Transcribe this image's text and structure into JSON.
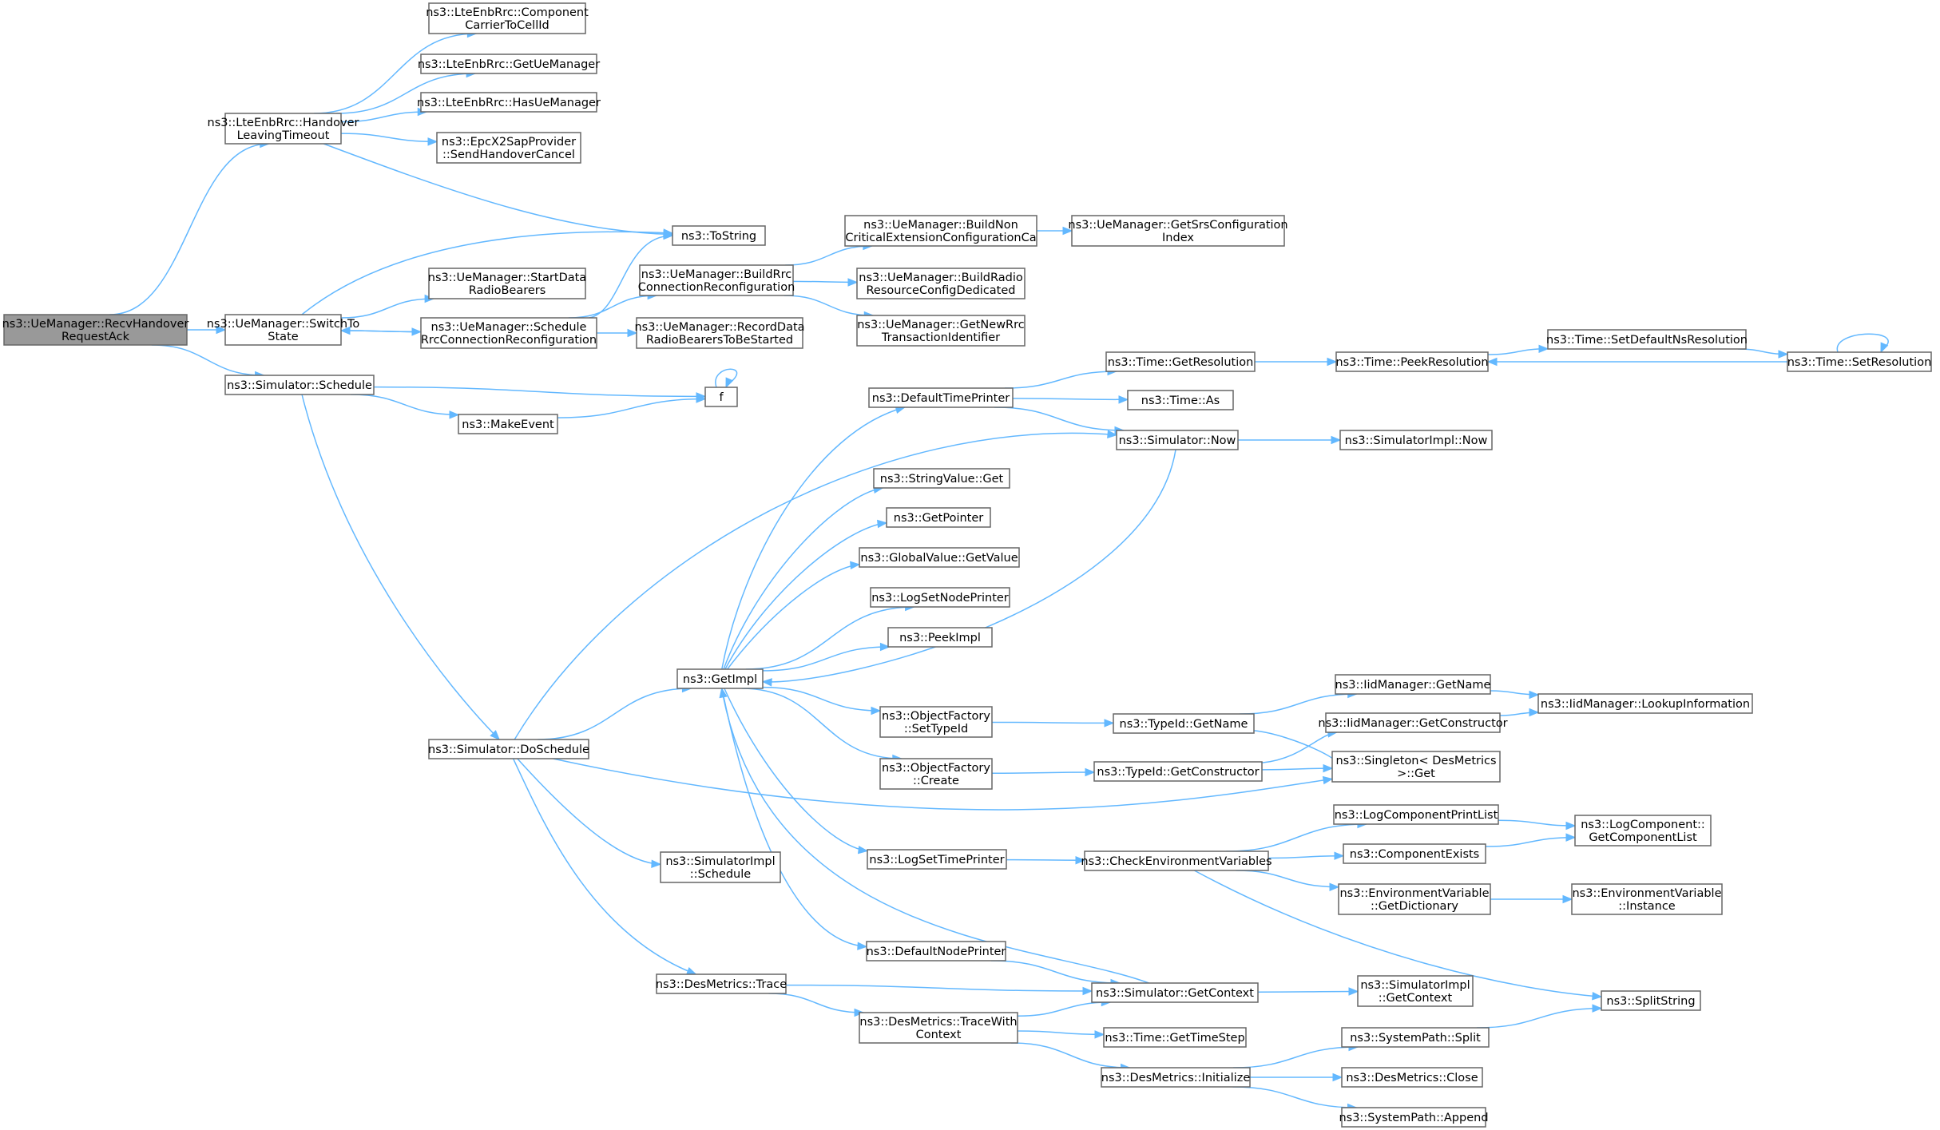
{
  "graph": {
    "root": "n0",
    "nodes": [
      {
        "id": "n0",
        "lines": [
          "ns3::UeManager::RecvHandover",
          "RequestAck"
        ],
        "root": true
      },
      {
        "id": "n1",
        "lines": [
          "ns3::LteEnbRrc::Handover",
          "LeavingTimeout"
        ]
      },
      {
        "id": "n2",
        "lines": [
          "ns3::UeManager::SwitchTo",
          "State"
        ]
      },
      {
        "id": "n3",
        "lines": [
          "ns3::Simulator::Schedule"
        ]
      },
      {
        "id": "n4",
        "lines": [
          "ns3::LteEnbRrc::Component",
          "CarrierToCellId"
        ]
      },
      {
        "id": "n5",
        "lines": [
          "ns3::LteEnbRrc::GetUeManager"
        ]
      },
      {
        "id": "n6",
        "lines": [
          "ns3::LteEnbRrc::HasUeManager"
        ]
      },
      {
        "id": "n7",
        "lines": [
          "ns3::EpcX2SapProvider",
          "::SendHandoverCancel"
        ]
      },
      {
        "id": "n8",
        "lines": [
          "ns3::ToString"
        ]
      },
      {
        "id": "n9",
        "lines": [
          "ns3::UeManager::StartData",
          "RadioBearers"
        ]
      },
      {
        "id": "n10",
        "lines": [
          "ns3::UeManager::Schedule",
          "RrcConnectionReconfiguration"
        ]
      },
      {
        "id": "n11",
        "lines": [
          "ns3::UeManager::BuildRrc",
          "ConnectionReconfiguration"
        ]
      },
      {
        "id": "n12",
        "lines": [
          "ns3::UeManager::RecordData",
          "RadioBearersToBeStarted"
        ]
      },
      {
        "id": "n13",
        "lines": [
          "ns3::UeManager::BuildNon",
          "CriticalExtensionConfigurationCa"
        ]
      },
      {
        "id": "n14",
        "lines": [
          "ns3::UeManager::BuildRadio",
          "ResourceConfigDedicated"
        ]
      },
      {
        "id": "n15",
        "lines": [
          "ns3::UeManager::GetNewRrc",
          "TransactionIdentifier"
        ]
      },
      {
        "id": "n16",
        "lines": [
          "ns3::UeManager::GetSrsConfiguration",
          "Index"
        ]
      },
      {
        "id": "n17",
        "lines": [
          "f"
        ]
      },
      {
        "id": "n18",
        "lines": [
          "ns3::MakeEvent"
        ]
      },
      {
        "id": "n19",
        "lines": [
          "ns3::Simulator::DoSchedule"
        ]
      },
      {
        "id": "n20",
        "lines": [
          "ns3::DefaultTimePrinter"
        ]
      },
      {
        "id": "n21",
        "lines": [
          "ns3::Time::GetResolution"
        ]
      },
      {
        "id": "n22",
        "lines": [
          "ns3::Time::PeekResolution"
        ]
      },
      {
        "id": "n23",
        "lines": [
          "ns3::Time::SetDefaultNsResolution"
        ]
      },
      {
        "id": "n24",
        "lines": [
          "ns3::Time::SetResolution"
        ]
      },
      {
        "id": "n25",
        "lines": [
          "ns3::Time::As"
        ]
      },
      {
        "id": "n26",
        "lines": [
          "ns3::Simulator::Now"
        ]
      },
      {
        "id": "n27",
        "lines": [
          "ns3::SimulatorImpl::Now"
        ]
      },
      {
        "id": "n28",
        "lines": [
          "ns3::StringValue::Get"
        ]
      },
      {
        "id": "n29",
        "lines": [
          "ns3::GetPointer"
        ]
      },
      {
        "id": "n30",
        "lines": [
          "ns3::GlobalValue::GetValue"
        ]
      },
      {
        "id": "n31",
        "lines": [
          "ns3::LogSetNodePrinter"
        ]
      },
      {
        "id": "n32",
        "lines": [
          "ns3::PeekImpl"
        ]
      },
      {
        "id": "n33",
        "lines": [
          "ns3::GetImpl"
        ]
      },
      {
        "id": "n34",
        "lines": [
          "ns3::ObjectFactory",
          "::SetTypeId"
        ]
      },
      {
        "id": "n35",
        "lines": [
          "ns3::TypeId::GetName"
        ]
      },
      {
        "id": "n36",
        "lines": [
          "ns3::IidManager::GetName"
        ]
      },
      {
        "id": "n37",
        "lines": [
          "ns3::IidManager::LookupInformation"
        ]
      },
      {
        "id": "n38",
        "lines": [
          "ns3::IidManager::GetConstructor"
        ]
      },
      {
        "id": "n39",
        "lines": [
          "ns3::ObjectFactory",
          "::Create"
        ]
      },
      {
        "id": "n40",
        "lines": [
          "ns3::TypeId::GetConstructor"
        ]
      },
      {
        "id": "n41",
        "lines": [
          "ns3::Singleton< DesMetrics",
          ">::Get"
        ]
      },
      {
        "id": "n42",
        "lines": [
          "ns3::LogComponentPrintList"
        ]
      },
      {
        "id": "n43",
        "lines": [
          "ns3::LogComponent::",
          "GetComponentList"
        ]
      },
      {
        "id": "n44",
        "lines": [
          "ns3::ComponentExists"
        ]
      },
      {
        "id": "n45",
        "lines": [
          "ns3::LogSetTimePrinter"
        ]
      },
      {
        "id": "n46",
        "lines": [
          "ns3::CheckEnvironmentVariables"
        ]
      },
      {
        "id": "n47",
        "lines": [
          "ns3::EnvironmentVariable",
          "::GetDictionary"
        ]
      },
      {
        "id": "n48",
        "lines": [
          "ns3::EnvironmentVariable",
          "::Instance"
        ]
      },
      {
        "id": "n49",
        "lines": [
          "ns3::SimulatorImpl",
          "::Schedule"
        ]
      },
      {
        "id": "n50",
        "lines": [
          "ns3::DefaultNodePrinter"
        ]
      },
      {
        "id": "n51",
        "lines": [
          "ns3::DesMetrics::Trace"
        ]
      },
      {
        "id": "n52",
        "lines": [
          "ns3::Simulator::GetContext"
        ]
      },
      {
        "id": "n53",
        "lines": [
          "ns3::SimulatorImpl",
          "::GetContext"
        ]
      },
      {
        "id": "n54",
        "lines": [
          "ns3::SplitString"
        ]
      },
      {
        "id": "n55",
        "lines": [
          "ns3::DesMetrics::TraceWith",
          "Context"
        ]
      },
      {
        "id": "n56",
        "lines": [
          "ns3::Time::GetTimeStep"
        ]
      },
      {
        "id": "n57",
        "lines": [
          "ns3::DesMetrics::Initialize"
        ]
      },
      {
        "id": "n58",
        "lines": [
          "ns3::SystemPath::Split"
        ]
      },
      {
        "id": "n59",
        "lines": [
          "ns3::DesMetrics::Close"
        ]
      },
      {
        "id": "n60",
        "lines": [
          "ns3::SystemPath::Append"
        ]
      }
    ],
    "edges": [
      [
        "n0",
        "n1"
      ],
      [
        "n0",
        "n2"
      ],
      [
        "n0",
        "n3"
      ],
      [
        "n1",
        "n4"
      ],
      [
        "n1",
        "n5"
      ],
      [
        "n1",
        "n6"
      ],
      [
        "n1",
        "n7"
      ],
      [
        "n1",
        "n8"
      ],
      [
        "n2",
        "n8"
      ],
      [
        "n2",
        "n9"
      ],
      [
        "n2",
        "n10"
      ],
      [
        "n10",
        "n2"
      ],
      [
        "n10",
        "n8"
      ],
      [
        "n10",
        "n11"
      ],
      [
        "n10",
        "n12"
      ],
      [
        "n11",
        "n13"
      ],
      [
        "n11",
        "n14"
      ],
      [
        "n11",
        "n15"
      ],
      [
        "n13",
        "n16"
      ],
      [
        "n3",
        "n17"
      ],
      [
        "n3",
        "n18"
      ],
      [
        "n3",
        "n19"
      ],
      [
        "n17",
        "n17"
      ],
      [
        "n18",
        "n17"
      ],
      [
        "n19",
        "n26"
      ],
      [
        "n19",
        "n33"
      ],
      [
        "n19",
        "n41"
      ],
      [
        "n19",
        "n49"
      ],
      [
        "n19",
        "n51"
      ],
      [
        "n33",
        "n20"
      ],
      [
        "n33",
        "n28"
      ],
      [
        "n33",
        "n29"
      ],
      [
        "n33",
        "n30"
      ],
      [
        "n33",
        "n31"
      ],
      [
        "n33",
        "n32"
      ],
      [
        "n33",
        "n34"
      ],
      [
        "n33",
        "n39"
      ],
      [
        "n33",
        "n45"
      ],
      [
        "n33",
        "n50"
      ],
      [
        "n26",
        "n33"
      ],
      [
        "n26",
        "n27"
      ],
      [
        "n20",
        "n21"
      ],
      [
        "n20",
        "n25"
      ],
      [
        "n20",
        "n26"
      ],
      [
        "n21",
        "n22"
      ],
      [
        "n22",
        "n23"
      ],
      [
        "n23",
        "n24"
      ],
      [
        "n24",
        "n22"
      ],
      [
        "n24",
        "n24"
      ],
      [
        "n34",
        "n35"
      ],
      [
        "n35",
        "n36"
      ],
      [
        "n35",
        "n41"
      ],
      [
        "n36",
        "n37"
      ],
      [
        "n39",
        "n40"
      ],
      [
        "n40",
        "n38"
      ],
      [
        "n40",
        "n41"
      ],
      [
        "n38",
        "n37"
      ],
      [
        "n45",
        "n46"
      ],
      [
        "n46",
        "n42"
      ],
      [
        "n46",
        "n44"
      ],
      [
        "n46",
        "n47"
      ],
      [
        "n46",
        "n54"
      ],
      [
        "n42",
        "n43"
      ],
      [
        "n44",
        "n43"
      ],
      [
        "n47",
        "n48"
      ],
      [
        "n50",
        "n52"
      ],
      [
        "n52",
        "n33"
      ],
      [
        "n52",
        "n53"
      ],
      [
        "n51",
        "n52"
      ],
      [
        "n51",
        "n55"
      ],
      [
        "n55",
        "n52"
      ],
      [
        "n55",
        "n56"
      ],
      [
        "n55",
        "n57"
      ],
      [
        "n57",
        "n58"
      ],
      [
        "n57",
        "n59"
      ],
      [
        "n57",
        "n60"
      ],
      [
        "n58",
        "n54"
      ]
    ]
  }
}
